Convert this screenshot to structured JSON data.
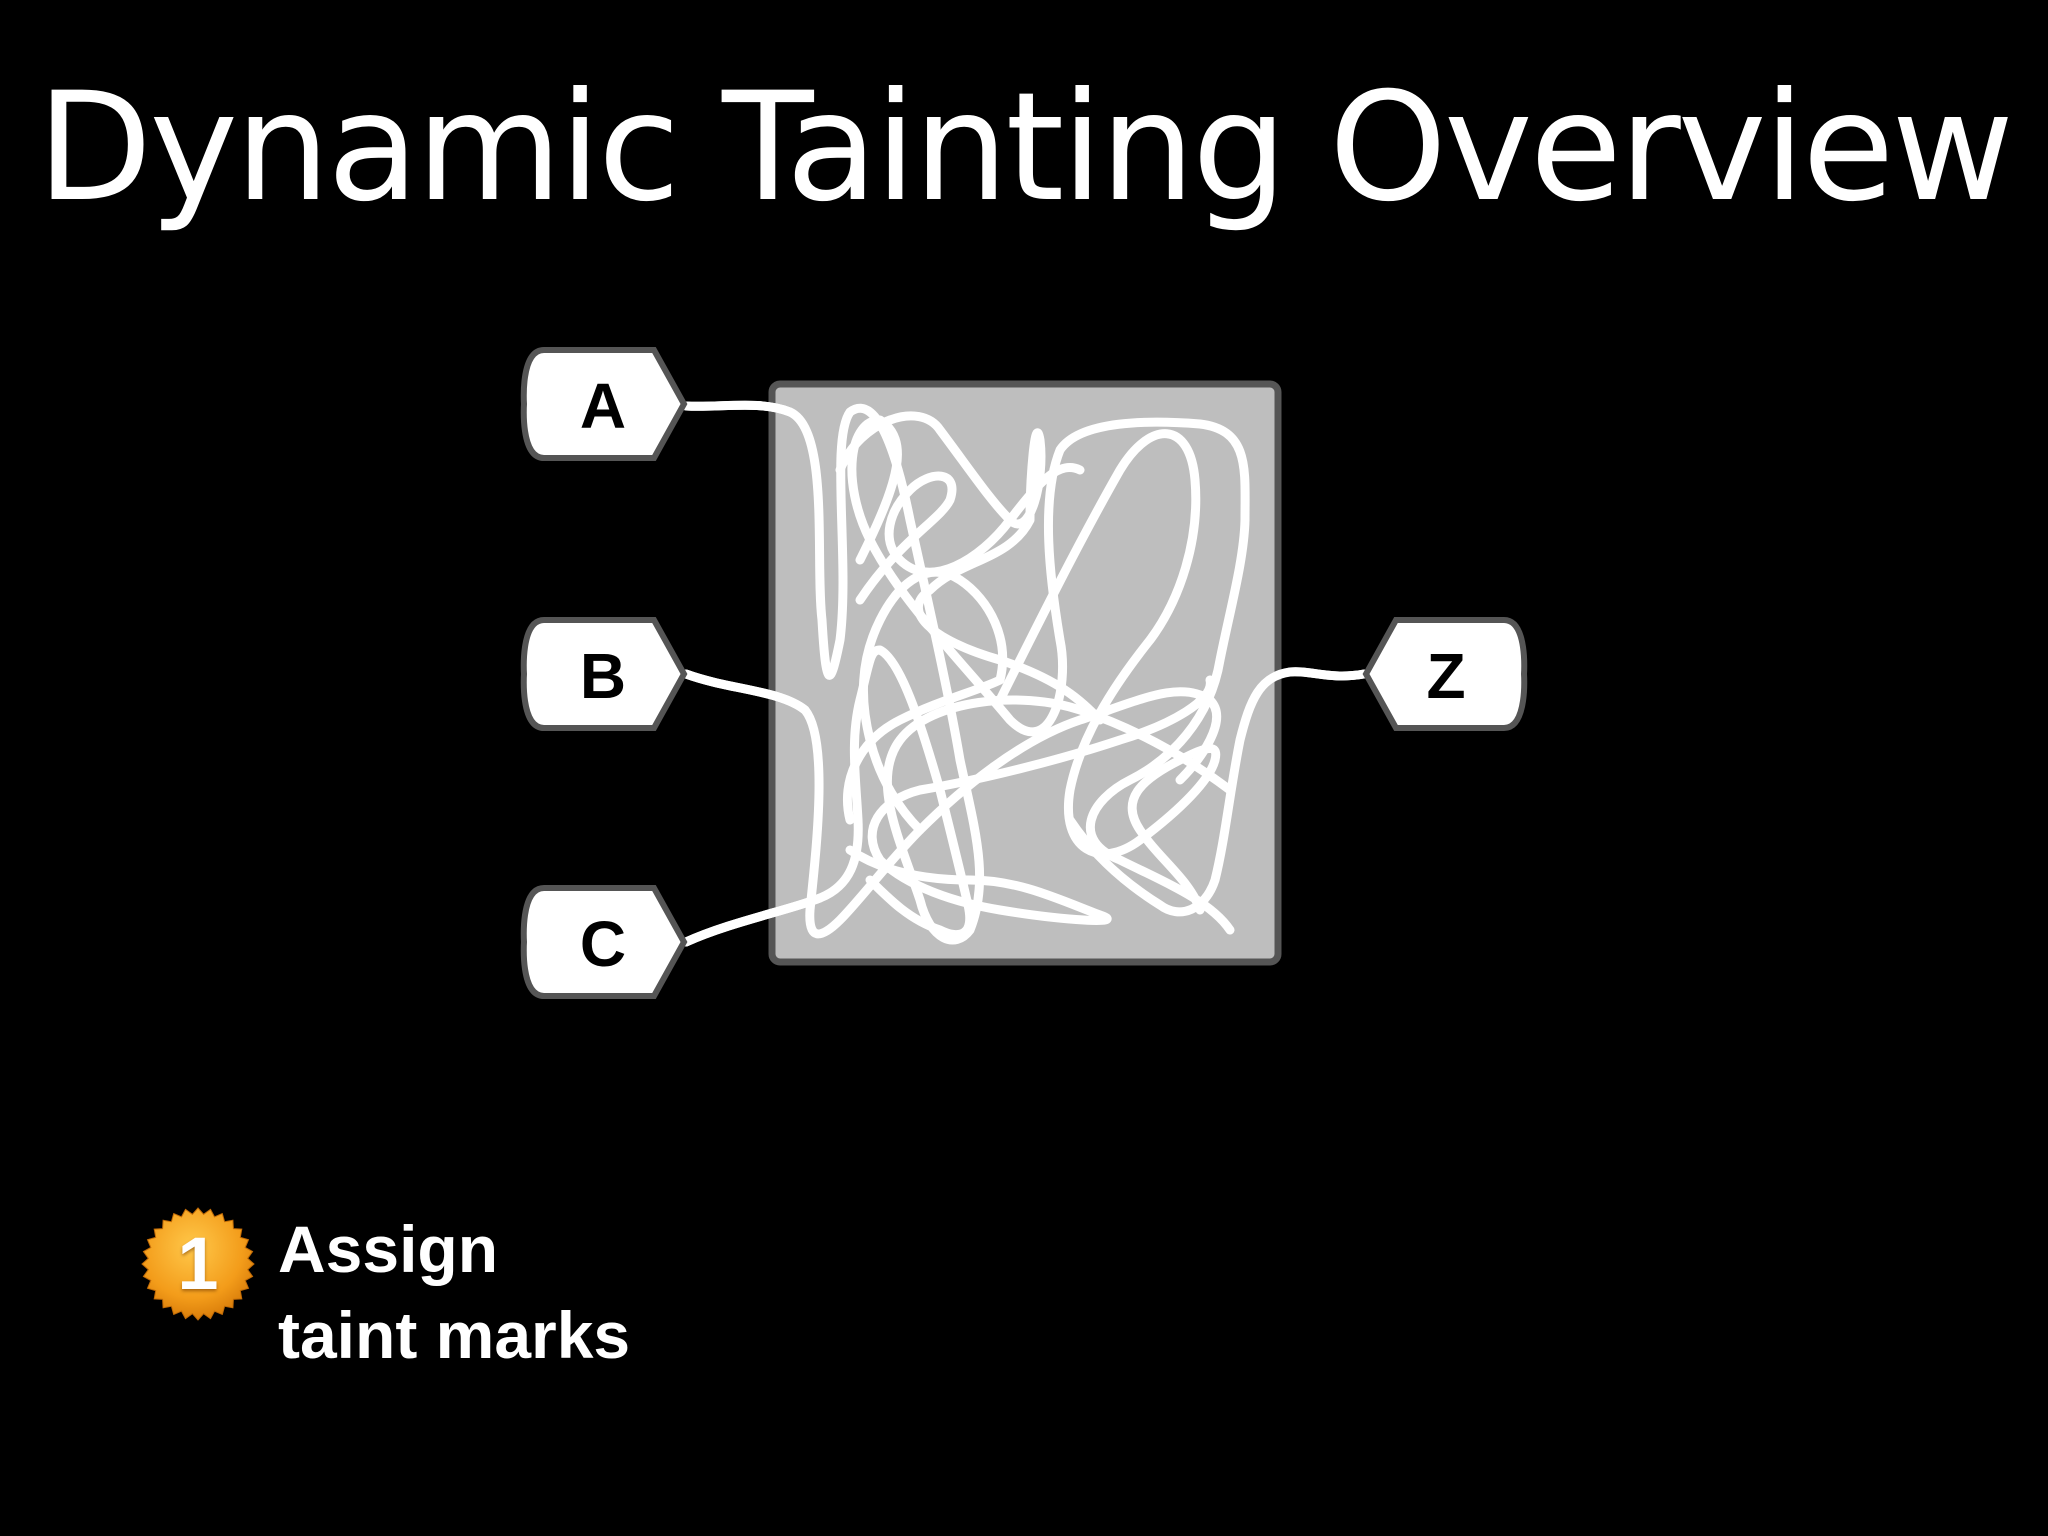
{
  "title": "Dynamic Tainting Overview",
  "diagram": {
    "inputs": [
      {
        "id": "A",
        "label": "A"
      },
      {
        "id": "B",
        "label": "B"
      },
      {
        "id": "C",
        "label": "C"
      }
    ],
    "outputs": [
      {
        "id": "Z",
        "label": "Z"
      }
    ],
    "colors": {
      "background": "#000000",
      "box_fill": "#bebebe",
      "box_stroke": "#555555",
      "wire": "#ffffff",
      "node_fill": "#ffffff",
      "node_stroke": "#555555"
    }
  },
  "step": {
    "number": "1",
    "badge_icon": "orange-starburst-badge-icon",
    "badge_color": "#f39c1a",
    "line1": "Assign",
    "line2": "taint marks"
  }
}
